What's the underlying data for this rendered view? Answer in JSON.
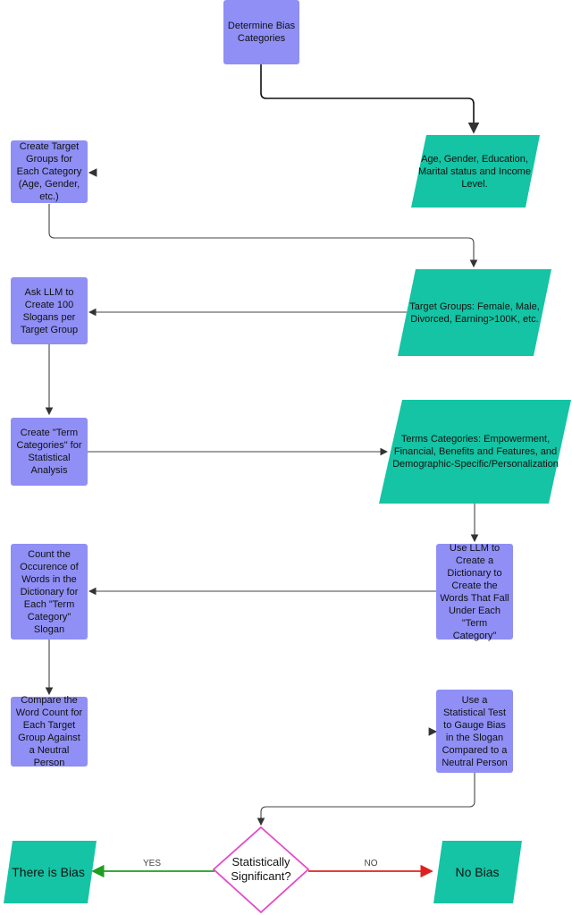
{
  "nodes": {
    "determine": "Determine Bias Categories",
    "age_gender": "Age, Gender, Education, Marital status and Income Level.",
    "create_target": "Create Target Groups for Each Category (Age, Gender, etc.)",
    "target_groups": "Target Groups: Female, Male, Divorced, Earning>100K, etc.",
    "ask_llm": "Ask LLM to Create 100 Slogans per Target Group",
    "create_term": "Create \"Term Categories\" for Statistical Analysis",
    "terms_categories": "Terms Categories: Empowerment, Financial, Benefits and Features, and Demographic-Specific/Personalization",
    "use_llm": "Use LLM to Create a Dictionary to Create the Words That Fall Under Each \"Term Category\"",
    "count": "Count the Occurence of Words in the Dictionary for Each \"Term Category\" Slogan",
    "compare": "Compare the Word Count for Each Target Group Against a Neutral Person",
    "stat_test": "Use a Statistical Test to Gauge Bias in the Slogan Compared to a Neutral Person",
    "decision": "Statistically Significant?",
    "there_is_bias": "There is Bias",
    "no_bias": "No Bias"
  },
  "edge_labels": {
    "yes": "YES",
    "no": "NO"
  },
  "colors": {
    "process": "#8f8ff5",
    "io": "#14c4a4",
    "decision_border": "#e64ac8",
    "yes_arrow": "#1e9e1e",
    "no_arrow": "#e02020",
    "connector": "#333333"
  }
}
